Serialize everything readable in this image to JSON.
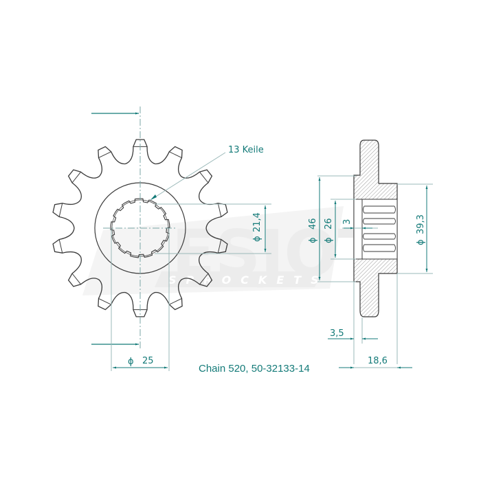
{
  "drawing": {
    "title": "Chain 520, 50-32133-14",
    "chain": "Chain 520",
    "part_number": "50-32133-14",
    "teeth": 14,
    "spline_count": 13,
    "spline_note": "13 Keile",
    "watermark": {
      "brand": "ESJOT",
      "sub": "SPROCKETS"
    },
    "colors": {
      "dimension": "#137a78",
      "outline": "#3a3a3a",
      "hatch": "#8a8a8a",
      "centerline": "#7aa6a6",
      "watermark": "#ececec"
    }
  },
  "dimensions": {
    "spline_diameter": {
      "symbol": "ϕ",
      "value": "21,4"
    },
    "hub_diameter_front": {
      "symbol": "ϕ",
      "value": "25"
    },
    "hub_diameter": {
      "symbol": "ϕ",
      "value": "46"
    },
    "bore_diameter": {
      "symbol": "ϕ",
      "value": "26"
    },
    "recess_depth": {
      "value": "3"
    },
    "outer_hub_diameter": {
      "symbol": "ϕ",
      "value": "39,3"
    },
    "plate_thickness": {
      "value": "3,5"
    },
    "overall_width": {
      "value": "18,6"
    }
  }
}
